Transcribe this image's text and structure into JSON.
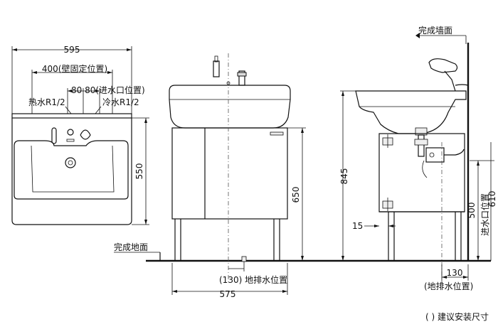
{
  "labels": {
    "finished_wall": "完成墙面",
    "finished_floor": "完成地面",
    "hot_water": "热水R1/2",
    "cold_water": "冷水R1/2",
    "wall_fix_position": "400(壁固定位置)",
    "inlet_position": "80 80(进水口位置)",
    "floor_drain": "(130) 地排水位置",
    "floor_drain_side": "(地排水位置)",
    "inlet_position_vertical": "进水口位置",
    "recommended_note": "( ) 建议安装尺寸"
  },
  "dimensions": {
    "width_595": "595",
    "height_550": "550",
    "height_650": "650",
    "width_575": "575",
    "height_845": "845",
    "height_500": "500",
    "height_610": "610",
    "offset_15": "15",
    "offset_130": "130"
  }
}
